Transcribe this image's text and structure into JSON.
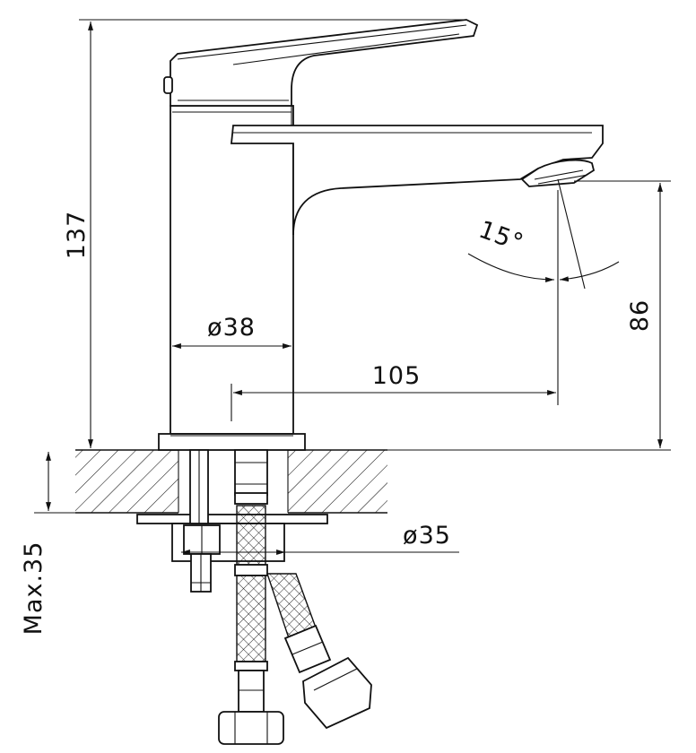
{
  "dimensions": {
    "total_height": "137",
    "spout_height": "86",
    "body_diameter": "ø38",
    "spout_reach": "105",
    "mount_hole": "ø35",
    "max_thickness": "Max.35",
    "spout_angle": "15°"
  }
}
